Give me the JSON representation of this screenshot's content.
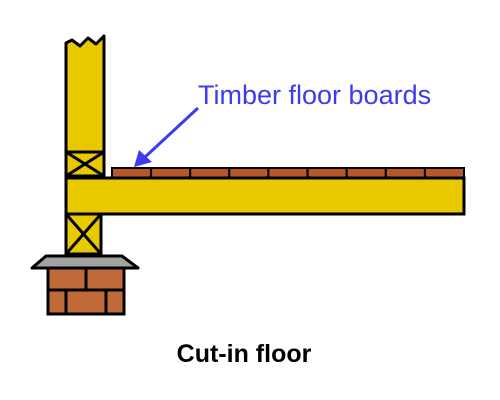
{
  "diagram": {
    "callout_label": "Timber floor boards",
    "caption": "Cut-in floor",
    "floor_board_count": 9
  },
  "colors": {
    "timber": "#e8c900",
    "floor_board": "#b8582a",
    "brick": "#c06a3a",
    "cap_stone": "#a3a3a3",
    "arrow": "#3b3bf0",
    "outline": "#000000"
  }
}
